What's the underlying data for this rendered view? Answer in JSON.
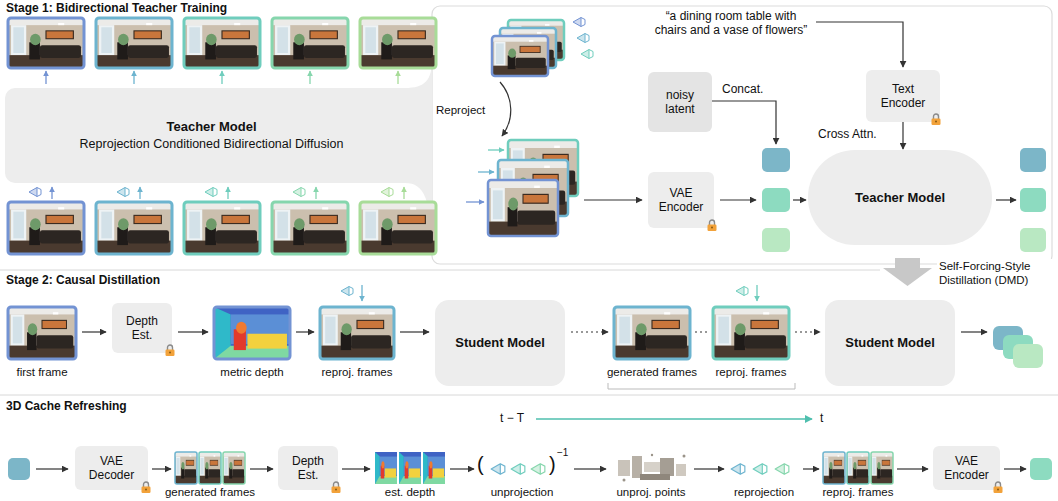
{
  "diagram": {
    "nodes": [
      {
        "text": [
          "Teacher Model",
          "Reprojection Conditioned Bidirectional Diffusion"
        ]
      },
      {
        "text": [
          "noisy latent"
        ]
      },
      {
        "text": [
          "Text Encoder"
        ]
      },
      {
        "text": [
          "VAE Encoder"
        ]
      },
      {
        "text": [
          "Teacher Model"
        ]
      },
      {
        "text": [
          "Depth Est."
        ]
      },
      {
        "text": [
          "Student Model"
        ]
      },
      {
        "text": [
          "Student Model"
        ]
      },
      {
        "text": [
          "VAE Decoder"
        ]
      },
      {
        "text": [
          "Depth Est."
        ]
      },
      {
        "text": [
          "VAE Encoder"
        ]
      }
    ],
    "edges": [
      {
        "from": 2,
        "to": 4,
        "arrow": "to"
      }
    ],
    "labels": [
      "Stage 1: Bidirectional Teacher Training",
      "“a dining room table with chairs and a vase of flowers”",
      "Reproject",
      "Concat.",
      "Cross Attn.",
      "Self-Forcing-Style Distillation (DMD)",
      "Stage 2: Causal Distillation",
      "first frame",
      "metric depth",
      "reproj. frames",
      "generated frames",
      "reproj. frames",
      "3D Cache Refreshing",
      "generated frames",
      "est. depth",
      "t − T",
      "t",
      "(",
      ")",
      "−1",
      "unprojection",
      "unproj. points",
      "reprojection",
      "reproj. frames"
    ]
  }
}
